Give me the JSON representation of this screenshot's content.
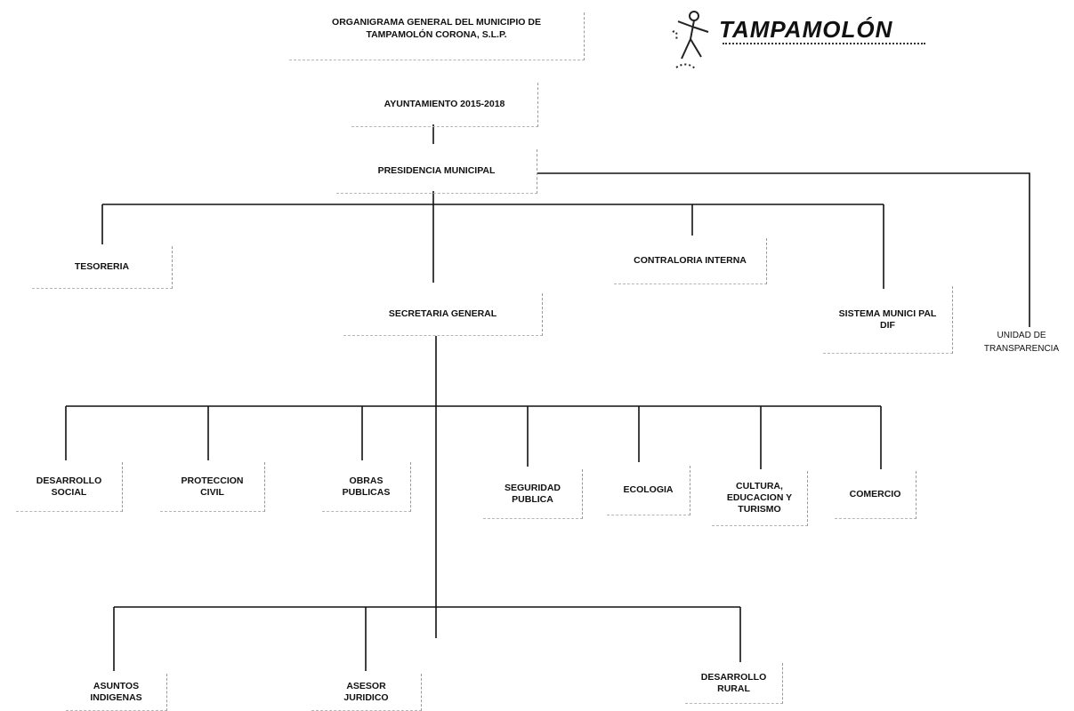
{
  "title": {
    "line1": "ORGANIGRAMA GENERAL DEL MUNICIPIO DE",
    "line2": "TAMPAMOLÓN CORONA, S.L.P."
  },
  "logo": {
    "text": "TAMPAMOLÓN"
  },
  "nodes": {
    "ayuntamiento": "AYUNTAMIENTO 2015-2018",
    "presidencia": "PRESIDENCIA MUNICIPAL",
    "tesoreria": "TESORERIA",
    "contraloria": "CONTRALORIA INTERNA",
    "dif": "SISTEMA MUNICI PAL\nDIF",
    "transparencia": "UNIDAD DE\nTRANSPARENCIA",
    "secretaria": "SECRETARIA GENERAL",
    "desarrollo_social": "DESARROLLO\nSOCIAL",
    "proteccion_civil": "PROTECCION\nCIVIL",
    "obras_publicas": "OBRAS\nPUBLICAS",
    "seguridad_publica": "SEGURIDAD\nPUBLICA",
    "ecologia": "ECOLOGIA",
    "cultura": "CULTURA,\nEDUCACION Y\nTURISMO",
    "comercio": "COMERCIO",
    "asuntos_indigenas": "ASUNTOS\nINDIGENAS",
    "asesor_juridico": "ASESOR\nJURIDICO",
    "desarrollo_rural": "DESARROLLO\nRURAL"
  }
}
